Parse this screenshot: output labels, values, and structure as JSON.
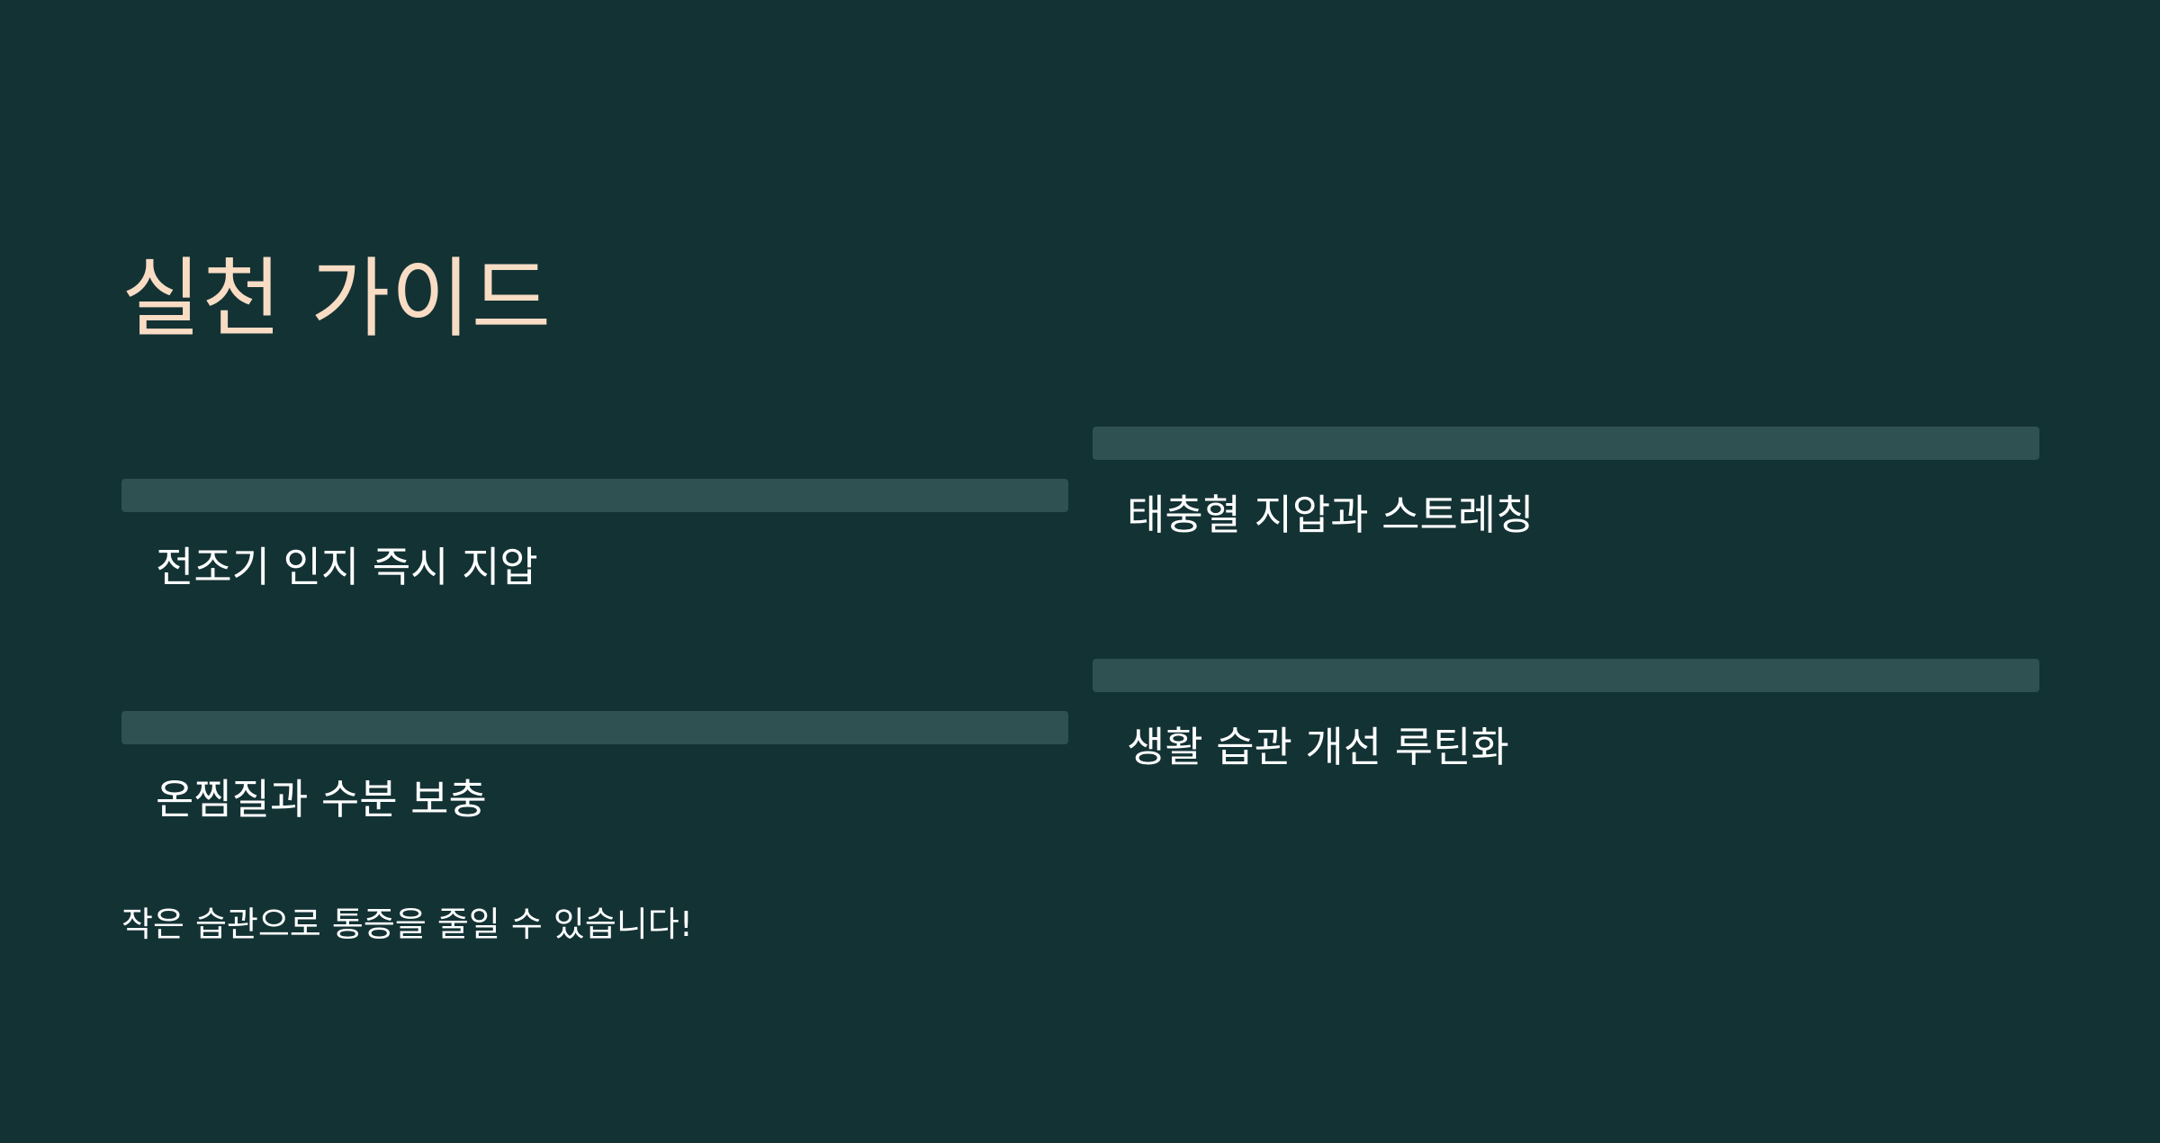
{
  "slide": {
    "title": "실천 가이드",
    "cards": [
      {
        "label": "전조기 인지 즉시 지압"
      },
      {
        "label": "태충혈 지압과 스트레칭"
      },
      {
        "label": "온찜질과 수분 보충"
      },
      {
        "label": "생활 습관 개선 루틴화"
      }
    ],
    "footer": "작은 습관으로 통증을 줄일 수 있습니다!"
  },
  "colors": {
    "background": "#133234",
    "title": "#F8DCC4",
    "bar": "#2F5151",
    "text": "#FFFFFF"
  }
}
